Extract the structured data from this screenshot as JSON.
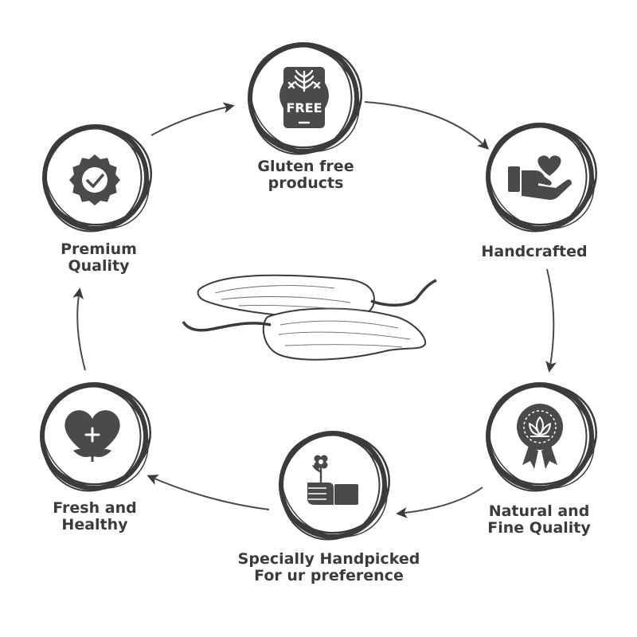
{
  "colors": {
    "ink": "#3b3b3b",
    "icon": "#4a4a4a",
    "background": "#ffffff"
  },
  "nodes": [
    {
      "key": "gluten",
      "icon": "free-badge-icon",
      "badge_text": "FREE",
      "lines": [
        "Gluten free",
        "products"
      ]
    },
    {
      "key": "handcrafted",
      "icon": "hand-heart-icon",
      "lines": [
        "Handcrafted"
      ]
    },
    {
      "key": "natural",
      "icon": "lotus-rosette-icon",
      "lines": [
        "Natural and",
        "Fine Quality"
      ]
    },
    {
      "key": "handpicked",
      "icon": "hand-flower-icon",
      "lines": [
        "Specially Handpicked",
        "For ur preference"
      ]
    },
    {
      "key": "fresh",
      "icon": "heart-plant-icon",
      "lines": [
        "Fresh and",
        "Healthy"
      ]
    },
    {
      "key": "premium",
      "icon": "check-seal-icon",
      "lines": [
        "Premium",
        "Quality"
      ]
    }
  ],
  "center": {
    "icon": "chili-peppers-icon"
  }
}
